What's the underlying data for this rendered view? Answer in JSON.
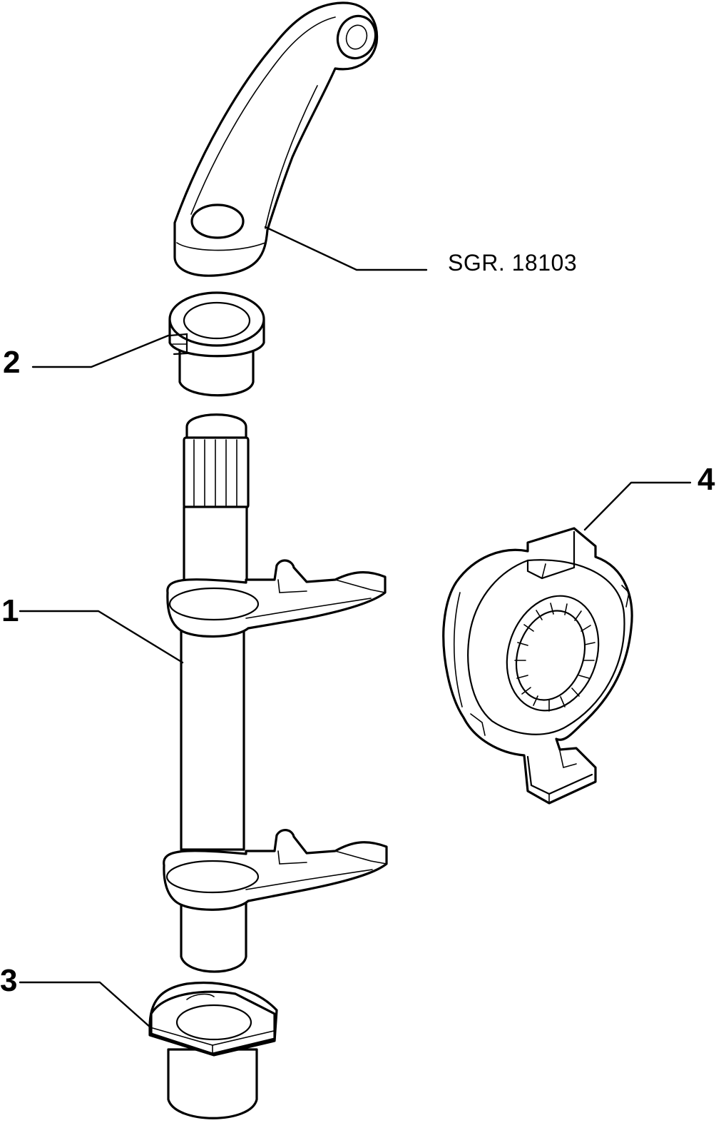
{
  "callouts": {
    "part_1": "1",
    "part_2": "2",
    "part_3": "3",
    "part_4": "4"
  },
  "references": {
    "lever_group": "SGR. 18103"
  },
  "colors": {
    "line": "#000000",
    "background": "#ffffff"
  }
}
